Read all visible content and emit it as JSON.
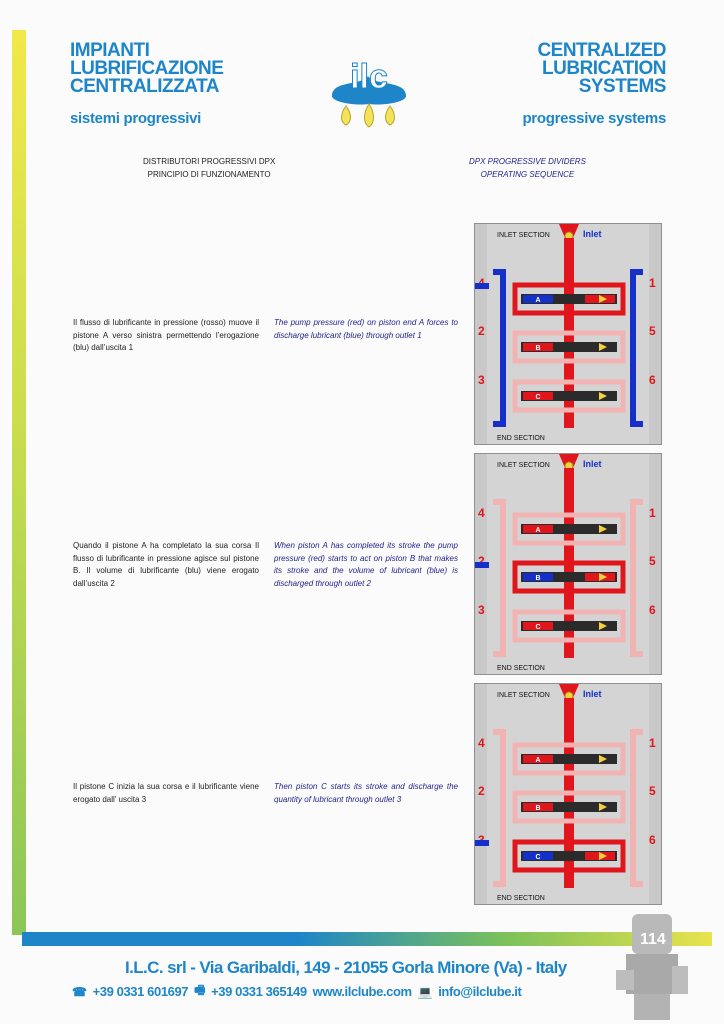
{
  "header": {
    "it_title_lines": [
      "IMPIANTI",
      "LUBRIFICAZIONE",
      "CENTRALIZZATA"
    ],
    "it_subtitle": "sistemi progressivi",
    "en_title_lines": [
      "CENTRALIZED",
      "LUBRICATION",
      "SYSTEMS"
    ],
    "en_subtitle": "progressive systems",
    "logo_text": "ilc"
  },
  "section": {
    "it_line1": "DISTRIBUTORI PROGRESSIVI DPX",
    "it_line2": "PRINCIPIO DI FUNZIONAMENTO",
    "en_line1": "DPX PROGRESSIVE DIVIDERS",
    "en_line2": "OPERATING SEQUENCE"
  },
  "steps": [
    {
      "it": "Il flusso di lubrificante in pressione (rosso) muove il pistone A verso sinistra permettendo l’erogazione (blu) dall’uscita 1",
      "en": "The pump pressure (red) on piston end A forces to discharge lubricant (blue) through outlet 1"
    },
    {
      "it": "Quando il pistone A ha completato la sua corsa Il flusso di lubrificante in pressione agisce sul pistone B. Il volume di lubrificante (blu) viene erogato dall’uscita 2",
      "en": "When piston A has completed its stroke the pump pressure (red) starts to act on piston B that makes its stroke and the volume of lubricant (blue) is discharged through outlet 2"
    },
    {
      "it": "Il pistone C inizia la sua corsa e il lubrificante viene erogato dall’ uscita 3",
      "en": "Then piston C starts its stroke and discharge the quantity of lubricant through outlet 3"
    }
  ],
  "diagram": {
    "inlet_section": "INLET SECTION",
    "inlet": "Inlet",
    "end_section": "END SECTION",
    "pistons": [
      "A",
      "B",
      "C"
    ],
    "outlets_left": [
      "4",
      "2",
      "3"
    ],
    "outlets_right": [
      "1",
      "5",
      "6"
    ],
    "colors": {
      "pressure": "#e0161c",
      "discharge": "#1530c8",
      "idle": "#f2b3b3"
    }
  },
  "footer": {
    "page_number": "114",
    "company": "I.L.C. srl - Via Garibaldi, 149 - 21055 Gorla Minore (Va) - Italy",
    "phone": "+39 0331 601697",
    "fax": "+39 0331 365149",
    "website": "www.ilclube.com",
    "email": "info@ilclube.it",
    "phone_icon": "phone-icon",
    "fax_icon": "fax-icon",
    "email_icon": "computer-icon"
  },
  "colors": {
    "brand_blue": "#1e86c8",
    "en_text": "#23238c"
  }
}
